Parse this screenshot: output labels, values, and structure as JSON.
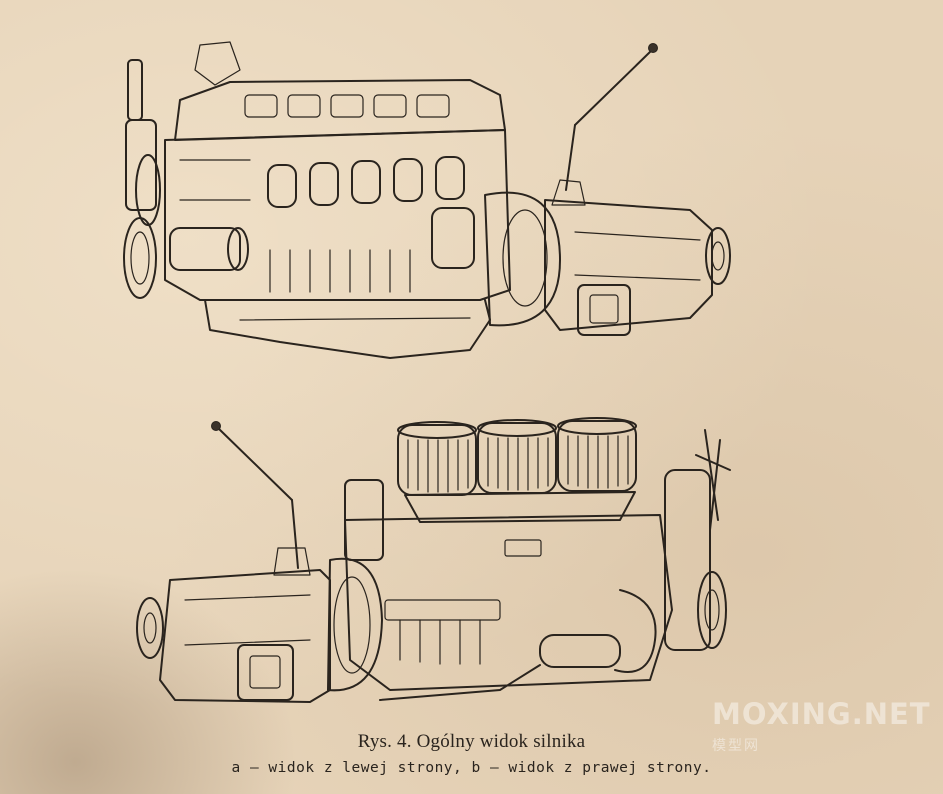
{
  "figure": {
    "caption_title": "Rys. 4. Ogólny widok silnika",
    "caption_subtitle": "a — widok z lewej strony, b — widok z prawej strony.",
    "views": [
      "engine-left-side-view",
      "engine-right-side-view"
    ]
  },
  "watermark": {
    "text": "MOXING.NET",
    "subtext": "模型网"
  },
  "colors": {
    "paper": "#e6d3b8",
    "ink": "#2a241e"
  }
}
